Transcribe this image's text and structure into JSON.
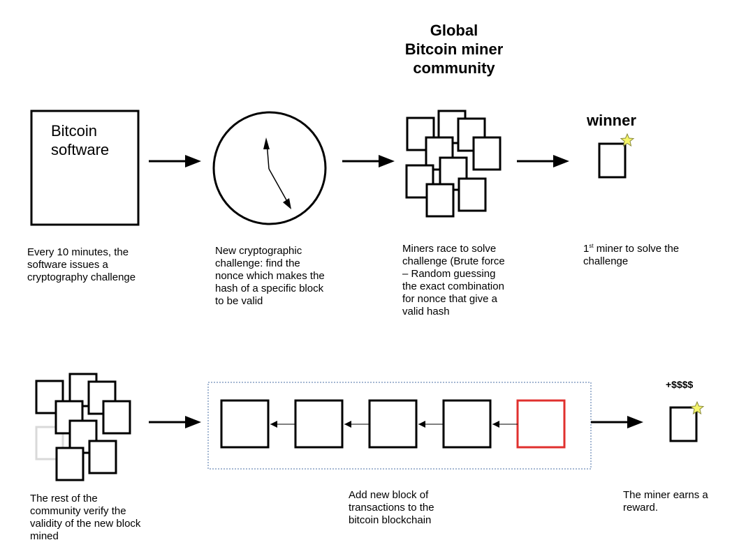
{
  "header": {
    "line1": "Global",
    "line2": "Bitcoin miner",
    "line3": "community"
  },
  "software_box": {
    "line1": "Bitcoin",
    "line2": "software"
  },
  "winner_label": "winner",
  "reward_label": "+$$$$",
  "captions": {
    "step1": "Every 10 minutes, the software issues a cryptography challenge",
    "step2": "New cryptographic challenge: find the nonce which makes the hash of a specific block to be valid",
    "step3": "Miners race to solve challenge (Brute force – Random guessing the exact combination for nonce that give a valid hash",
    "step4_sup": "st",
    "step4_num": "1",
    "step4_rest": " miner to solve the challenge",
    "step5": "The rest of the community verify the validity of the new block mined",
    "step6": "Add new block of transactions to the bitcoin blockchain",
    "step7": "The miner earns a reward."
  },
  "colors": {
    "line": "#000000",
    "new_block": "#e0302e",
    "star_fill": "#f5f56a",
    "star_stroke": "#8a8a3a",
    "dotted_border": "#4a6fa5",
    "faded_miner": "#d9d9d9"
  }
}
